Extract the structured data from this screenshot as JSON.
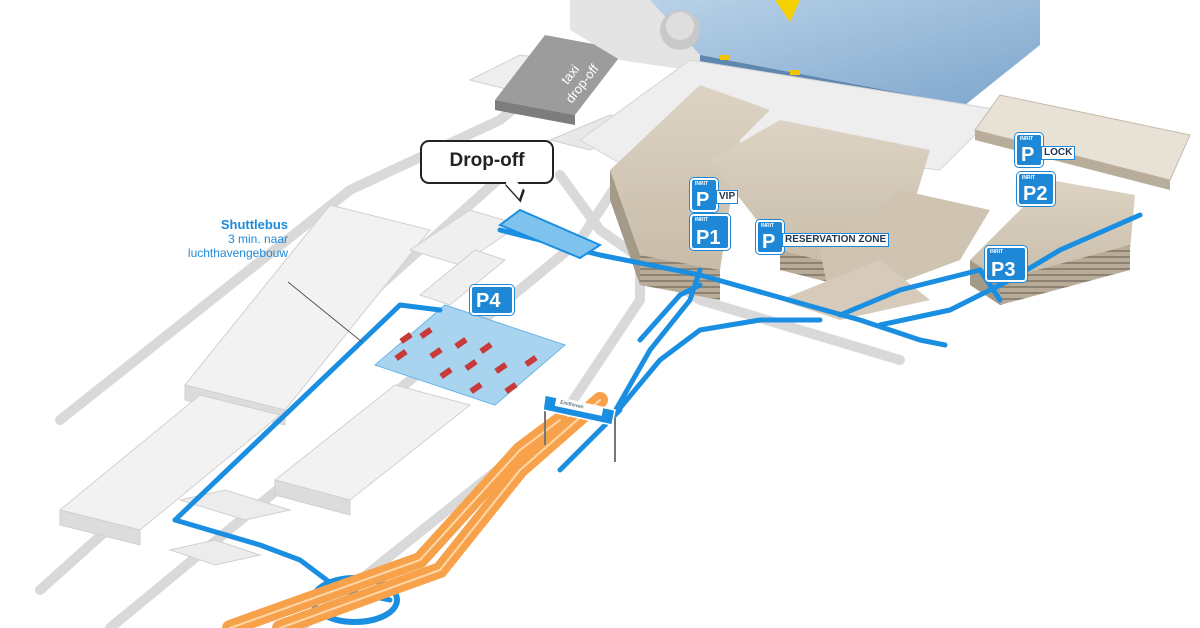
{
  "map": {
    "taxi_label_line1": "taxi",
    "taxi_label_line2": "drop-off",
    "dropoff_callout": "Drop-off",
    "shuttle": {
      "title": "Shuttlebus",
      "line2": "3 min. naar",
      "line3": "luchthavengebouw"
    },
    "parking": {
      "entrance_label": "INRIT",
      "p_letter": "P",
      "p_lock_sub": "LOCK",
      "p2": "P2",
      "p_vip_sub": "VIP",
      "p1": "P1",
      "p_reservation_sub": "RESERVATION ZONE",
      "p3": "P3",
      "p4": "P4"
    },
    "road_sign_text": "Eindhoven"
  },
  "colors": {
    "accent_blue": "#1e88d6",
    "road_blue": "#1a8ee0",
    "highway_orange": "#f7a24a",
    "terminal_blue": "#8fb6d8",
    "garage_beige": "#d4c8b6",
    "building_grey": "#e8e8e8"
  }
}
